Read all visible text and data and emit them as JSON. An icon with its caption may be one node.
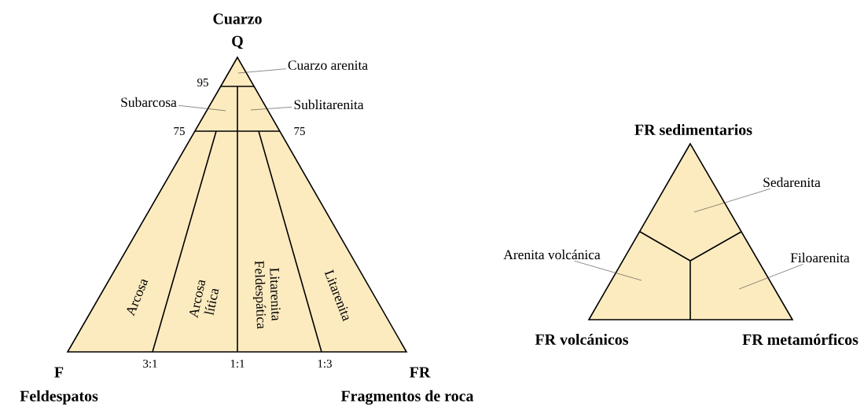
{
  "diagram": {
    "nodes": [
      {
        "text": [
          "Cuarzo arenita"
        ]
      },
      {
        "text": [
          "Subarcosa"
        ]
      },
      {
        "text": [
          "Sublitarenita"
        ]
      },
      {
        "text": [
          "Sedarenita"
        ]
      },
      {
        "text": [
          "Arenita volcánica"
        ]
      },
      {
        "text": [
          "Filoarenita"
        ]
      }
    ],
    "edges": [
      {
        "from": 0,
        "to": null,
        "arrow": "none"
      },
      {
        "from": 1,
        "to": null,
        "arrow": "none"
      },
      {
        "from": 2,
        "to": null,
        "arrow": "none"
      },
      {
        "from": 3,
        "to": null,
        "arrow": "none"
      },
      {
        "from": 4,
        "to": null,
        "arrow": "none"
      },
      {
        "from": 5,
        "to": null,
        "arrow": "none"
      }
    ],
    "labels": [
      "Cuarzo",
      "Q",
      "95",
      "75",
      "75",
      "Arcosa",
      "Arcosa lítica",
      "Litarenita Feldespática",
      "Litarenita",
      "3:1",
      "1:1",
      "1:3",
      "F",
      "FR",
      "Feldespatos",
      "Fragmentos de roca",
      "FR sedimentarios",
      "FR volcánicos",
      "FR metamórficos"
    ]
  }
}
